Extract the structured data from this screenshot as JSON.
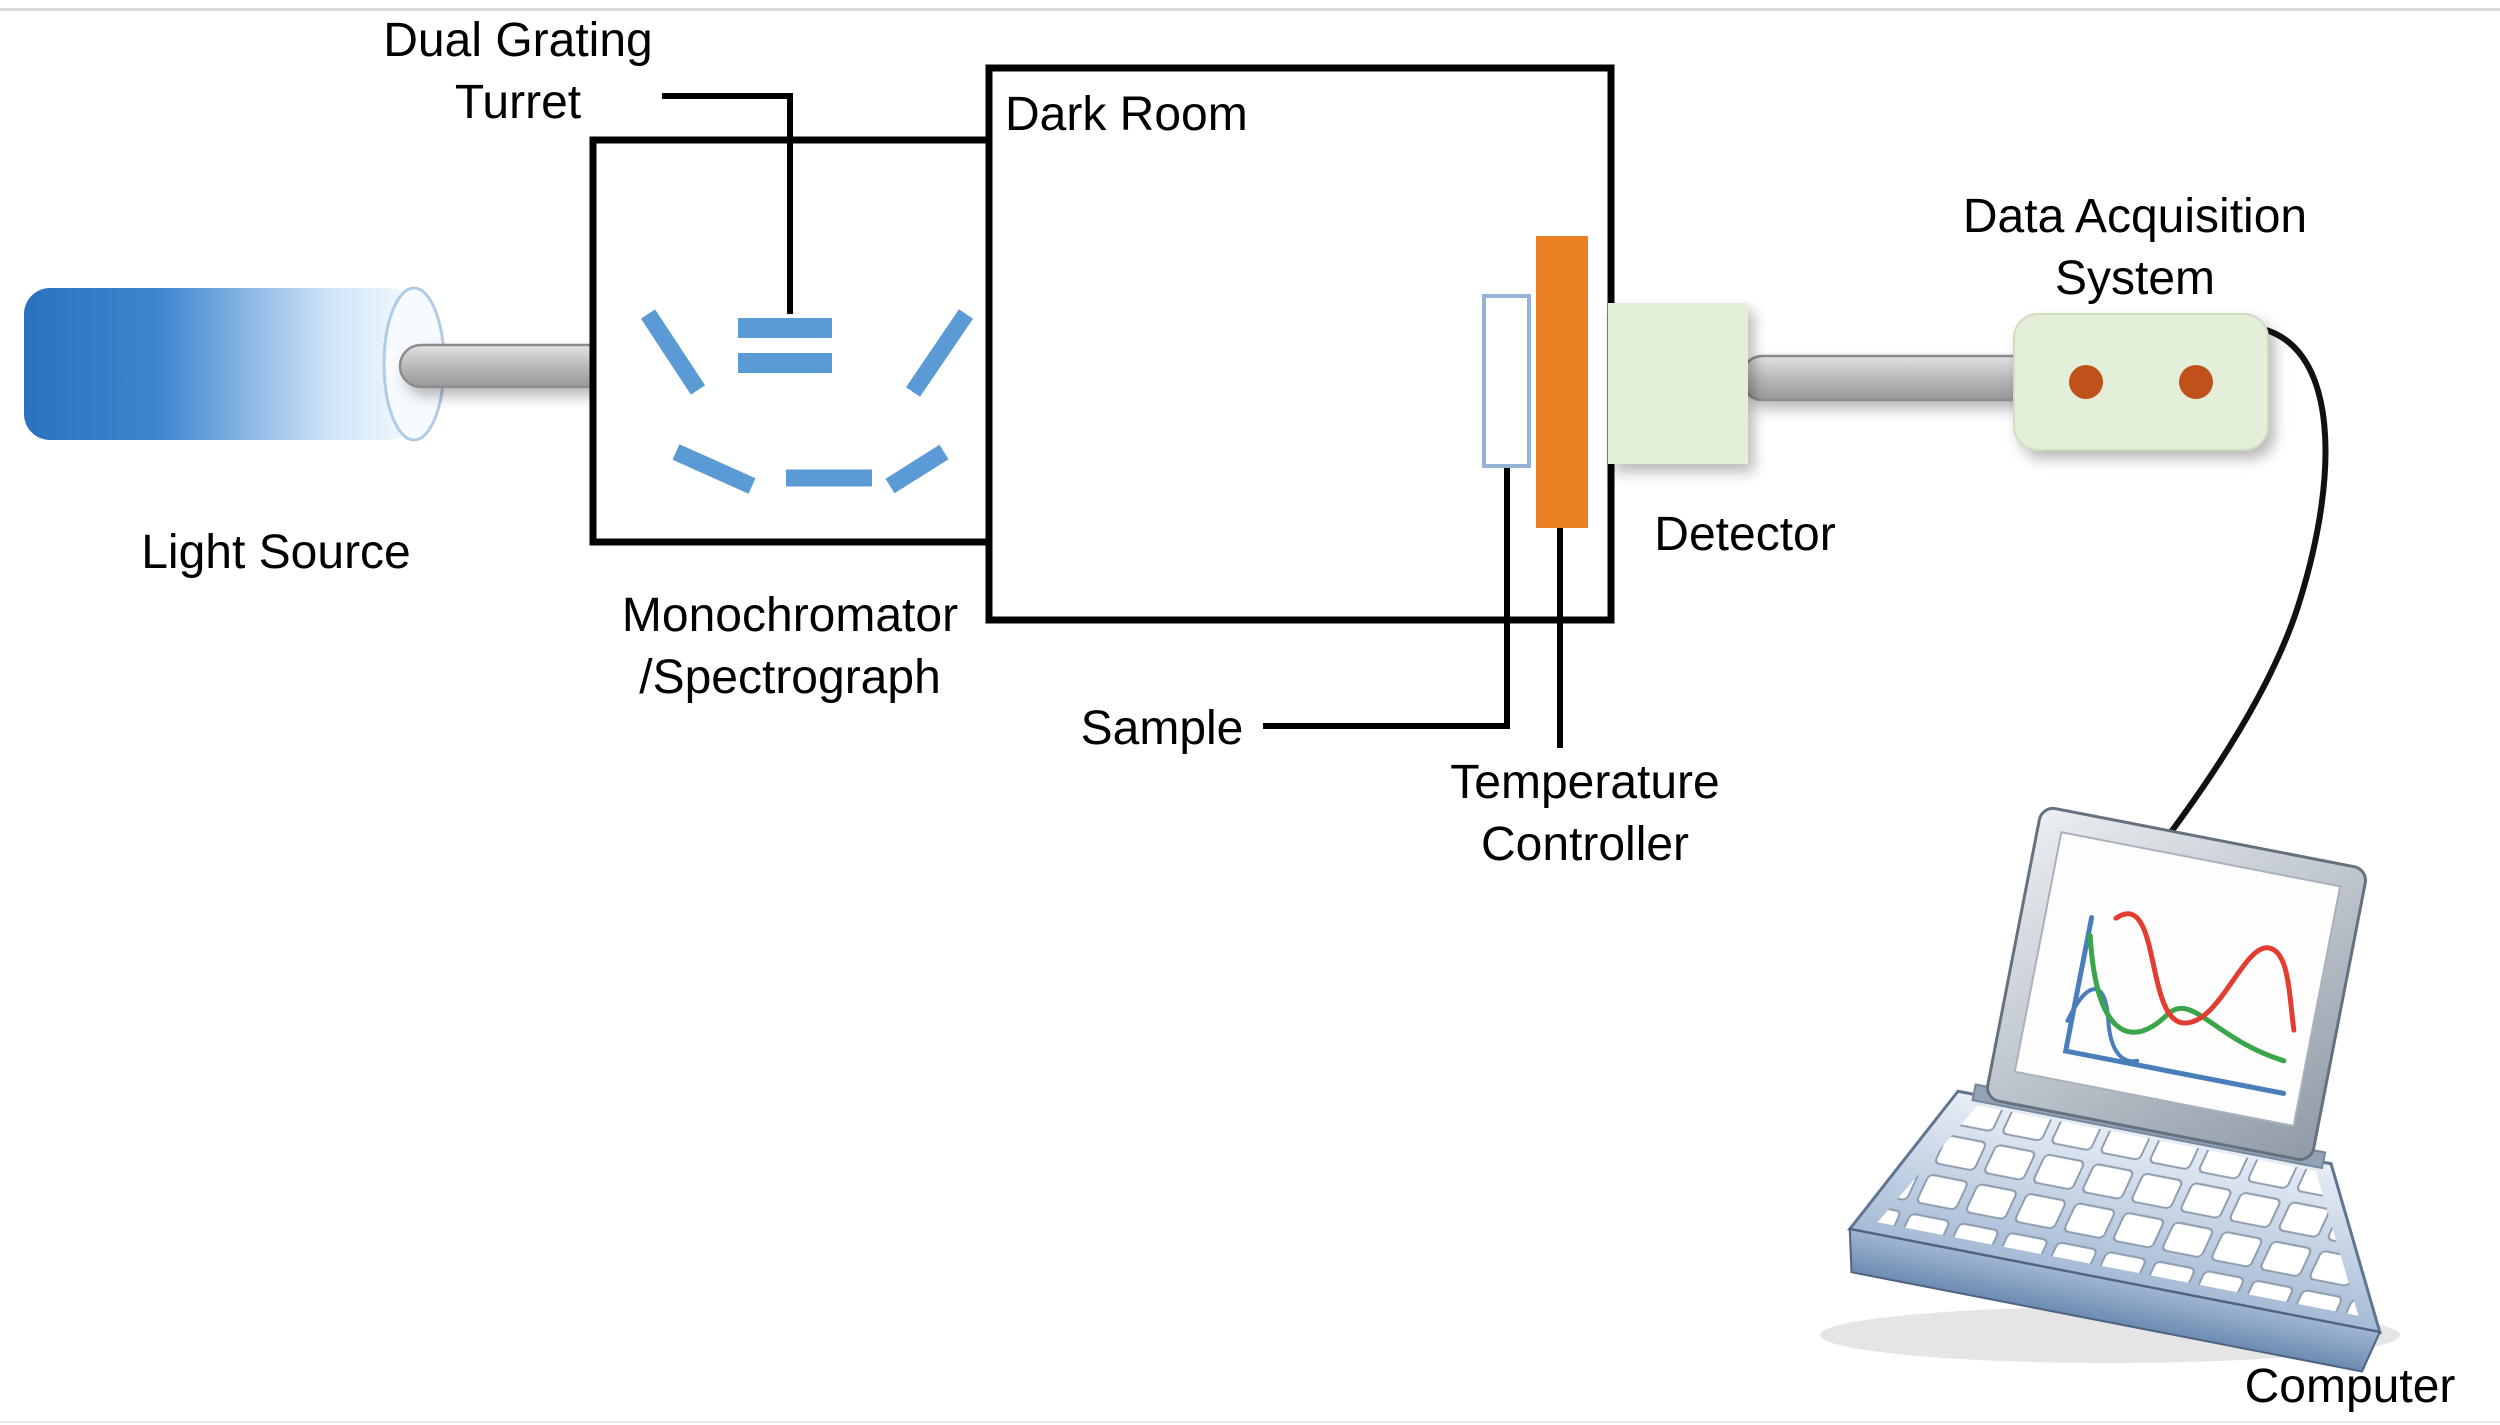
{
  "labels": {
    "dual_grating_turret": [
      "Dual Grating",
      "Turret"
    ],
    "dark_room": "Dark Room",
    "light_source": "Light Source",
    "monochromator": [
      "Monochromator",
      "/Spectrograph"
    ],
    "sample": "Sample",
    "temperature_controller": [
      "Temperature",
      "Controller"
    ],
    "detector": "Detector",
    "data_acquisition_system": [
      "Data Acquisition",
      "System"
    ],
    "computer": "Computer"
  },
  "colors": {
    "light_source_blue": "#2b71bd",
    "optics_blue": "#5b9bd5",
    "rod_gray": "#b9b9b9",
    "box_outline_black": "#000000",
    "sample_border_blue": "#95b3d7",
    "temperature_orange": "#ea7f24",
    "detector_green": "#e4efda",
    "daq_green": "#e4efda",
    "daq_dot_orange": "#c0511a",
    "cable_black": "#111111",
    "screen_axis_blue": "#4a7ebb",
    "screen_curve_green": "#3aa54a",
    "screen_curve_red": "#e23d30"
  }
}
